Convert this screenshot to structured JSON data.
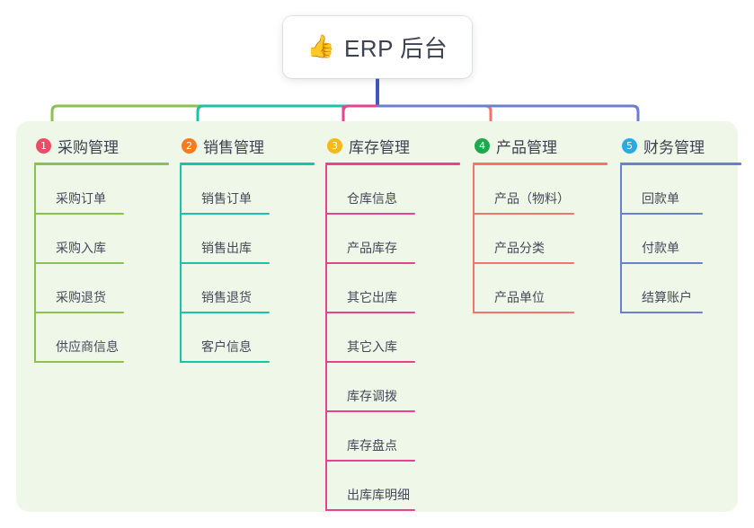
{
  "root": {
    "icon": "thumbs-up-icon",
    "emoji": "👍",
    "title": "ERP 后台"
  },
  "diagram": {
    "type": "mind-map",
    "orientation": "top-down",
    "panel_color": "#EFF7E8",
    "root_connector_color": "#4355BE"
  },
  "columns": [
    {
      "index": "1",
      "title": "采购管理",
      "color": "#8CC152",
      "badge_color": "#ED4C67",
      "items": [
        {
          "label": "采购订单"
        },
        {
          "label": "采购入库"
        },
        {
          "label": "采购退货"
        },
        {
          "label": "供应商信息"
        }
      ]
    },
    {
      "index": "2",
      "title": "销售管理",
      "color": "#18C3A8",
      "badge_color": "#F47B20",
      "items": [
        {
          "label": "销售订单"
        },
        {
          "label": "销售出库"
        },
        {
          "label": "销售退货"
        },
        {
          "label": "客户信息"
        }
      ]
    },
    {
      "index": "3",
      "title": "库存管理",
      "color": "#E8438F",
      "badge_color": "#F5B919",
      "items": [
        {
          "label": "仓库信息"
        },
        {
          "label": "产品库存"
        },
        {
          "label": "其它出库"
        },
        {
          "label": "其它入库"
        },
        {
          "label": "库存调拨"
        },
        {
          "label": "库存盘点"
        },
        {
          "label": "出库库明细"
        }
      ]
    },
    {
      "index": "4",
      "title": "产品管理",
      "color": "#F4736C",
      "badge_color": "#1FA84C",
      "items": [
        {
          "label": "产品（物料）"
        },
        {
          "label": "产品分类"
        },
        {
          "label": "产品单位"
        }
      ]
    },
    {
      "index": "5",
      "title": "财务管理",
      "color": "#6B7FD2",
      "badge_color": "#29ABE2",
      "items": [
        {
          "label": "回款单"
        },
        {
          "label": "付款单"
        },
        {
          "label": "结算账户"
        }
      ]
    }
  ]
}
